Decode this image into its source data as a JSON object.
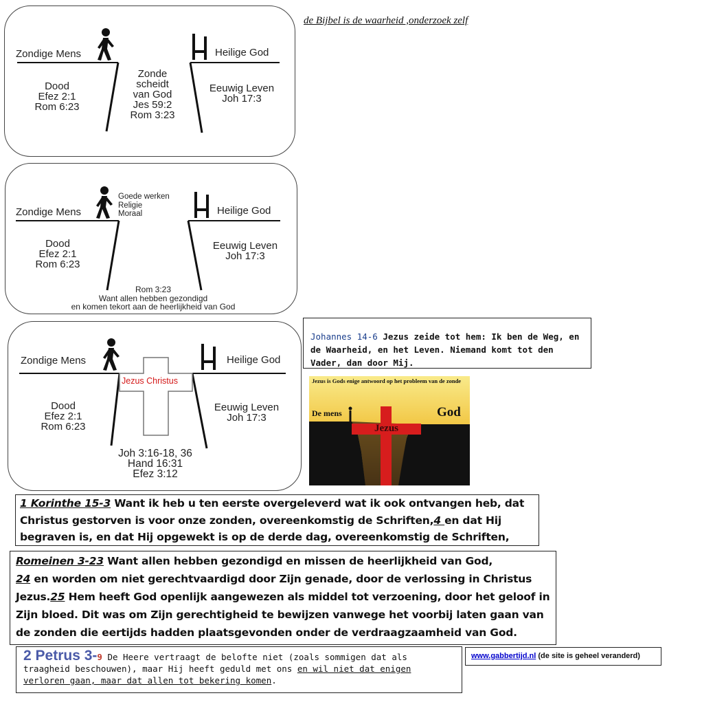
{
  "header": {
    "tagline": "de Bijbel is de waarheid ,onderzoek zelf"
  },
  "panel1": {
    "left": "Zondige Mens",
    "right": "Heilige God",
    "left_body": [
      "Dood",
      "Efez 2:1",
      "Rom 6:23"
    ],
    "middle_body": [
      "Zonde",
      "scheidt",
      "van God",
      "Jes 59:2",
      "Rom 3:23"
    ],
    "right_body": [
      "Eeuwig Leven",
      "Joh 17:3"
    ]
  },
  "panel2": {
    "left": "Zondige Mens",
    "right": "Heilige God",
    "works": [
      "Goede werken",
      "Religie",
      "Moraal"
    ],
    "left_body": [
      "Dood",
      "Efez 2:1",
      "Rom 6:23"
    ],
    "right_body": [
      "Eeuwig Leven",
      "Joh 17:3"
    ],
    "bottom": [
      "Rom 3:23",
      "Want allen hebben gezondigd",
      "en komen tekort aan de heerlijkheid van God"
    ]
  },
  "panel3": {
    "left": "Zondige Mens",
    "right": "Heilige God",
    "cross_label": "Jezus Christus",
    "left_body": [
      "Dood",
      "Efez 2:1",
      "Rom 6:23"
    ],
    "right_body": [
      "Eeuwig Leven",
      "Joh 17:3"
    ],
    "bottom": [
      "Joh 3:16-18, 36",
      "Hand 16:31",
      "Efez 3:12"
    ]
  },
  "john": {
    "ref": "Johannes 14-6",
    "text": " Jezus zeide tot hem: Ik ben de Weg, en de Waarheid, en het Leven. Niemand komt tot den Vader, dan door Mij."
  },
  "poster": {
    "banner": "Jezus is Gods enige antwoord op het probleem van de zonde",
    "left": "De mens",
    "right": "God",
    "cross": "Jezus",
    "colors": {
      "banner_bg": "#f7e27a",
      "cross": "#d71d1d"
    }
  },
  "cor": {
    "ref": "1 Korinthe 15-3",
    "text1": " Want ik heb u ten eerste overgeleverd wat ik ook ontvangen heb,  dat Christus gestorven is voor onze zonden, overeenkomstig de Schriften,",
    "ref2": "4 ",
    "text2": "en dat Hij  begraven is, en dat Hij  opgewekt is op de derde dag, overeenkomstig de Schriften,"
  },
  "rom": {
    "ref": "Romeinen 3-23",
    "text1": " Want allen hebben gezondigd en missen de heerlijkheid van God,",
    "v24": "24",
    "text2": "  en worden om niet gerechtvaardigd door Zijn genade, door de verlossing in Christus Jezus.",
    "v25": "25",
    "text3": "  Hem heeft God openlijk aangewezen  als middel tot verzoening, door het geloof in Zijn bloed. Dit was om Zijn gerechtigheid te bewijzen vanwege het voorbij laten gaan van de zonden die eertijds hadden plaatsgevonden onder de verdraagzaamheid van God."
  },
  "pet": {
    "ref": "2 Petrus 3-",
    "num": "9",
    "text1": "  De Heere vertraagt de belofte niet  (zoals sommigen dat als traagheid beschouwen),  maar Hij heeft geduld met ons  ",
    "text2": "en wil niet dat enigen verloren gaan, maar dat allen tot bekering komen",
    "text3": "."
  },
  "site": {
    "url": "www.gabbertijd.nl",
    "note": " (de site is geheel veranderd)"
  }
}
